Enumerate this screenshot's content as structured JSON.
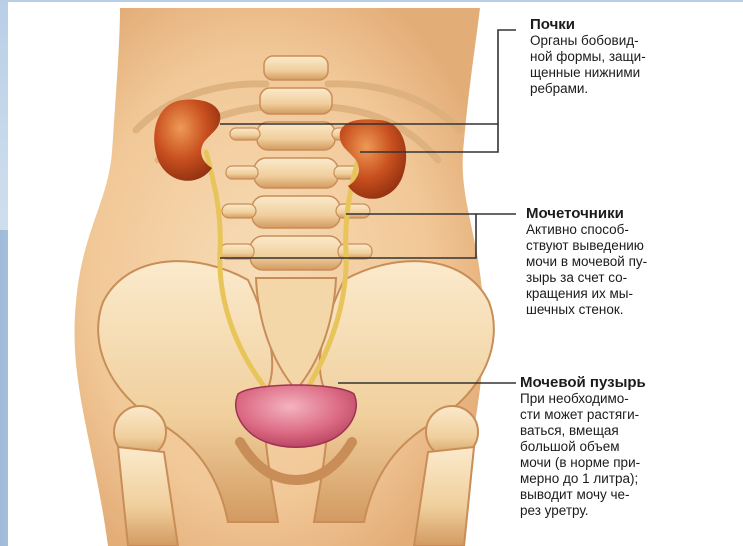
{
  "labels": {
    "kidneys": {
      "title": "Почки",
      "text": "Органы бобовид-\nной формы, защи-\nщенные нижними\nребрами."
    },
    "ureters": {
      "title": "Мочеточники",
      "text": "Активно способ-\nствуют выведению\nмочи в мочевой пу-\nзырь за счет со-\nкращения их мы-\nшечных стенок."
    },
    "bladder": {
      "title": "Мочевой пузырь",
      "text": "При необходимо-\nсти может растяги-\nваться, вмещая\nбольшой объем\nмочи (в норме при-\nмерно до 1 литра);\nвыводит мочу че-\nрез уретру."
    }
  },
  "colors": {
    "skin": "#f3cfa3",
    "skin_shadow": "#dca978",
    "bone": "#f6dfb8",
    "bone_shadow": "#c98d57",
    "kidney": "#c24a1e",
    "kidney_light": "#e07a3c",
    "ureter": "#e6c35a",
    "bladder": "#d8607a",
    "bladder_light": "#f0a0b0",
    "leader_line": "#333333"
  }
}
